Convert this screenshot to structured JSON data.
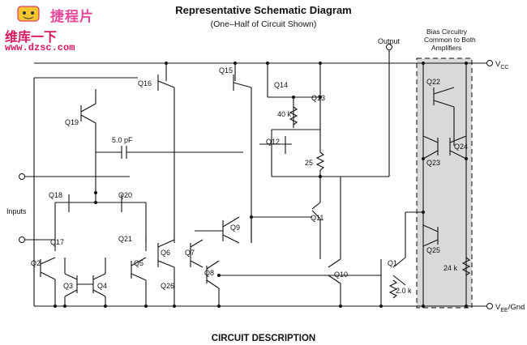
{
  "title": "Representative Schematic Diagram",
  "subtitle": "(One–Half of Circuit Shown)",
  "footer": "CIRCUIT DESCRIPTION",
  "watermark": {
    "logo": "捷程片",
    "site_cn": "维库一下",
    "url": "www.dzsc.com",
    "accent_color": "#d8185c",
    "mascot_icon": "chip-mascot-icon"
  },
  "labels": {
    "output": "Output",
    "inputs": "Inputs",
    "bias_line1": "Bias Circuitry",
    "bias_line2": "Common to Both",
    "bias_line3": "Amplifiers",
    "vcc": "V",
    "vcc_sub": "CC",
    "vee": "V",
    "vee_sub": "EE",
    "vee_suffix": "/Gnd",
    "cap": "5.0 pF",
    "r40k": "40 k",
    "r25": "25",
    "r2k": "2.0 k",
    "r24k": "24 k"
  },
  "transistors": {
    "q1": "Q1",
    "q2": "Q2",
    "q3": "Q3",
    "q4": "Q4",
    "q5": "Q5",
    "q6": "Q6",
    "q7": "Q7",
    "q8": "Q8",
    "q9": "Q9",
    "q10": "Q10",
    "q11": "Q11",
    "q12": "Q12",
    "q13": "Q13",
    "q14": "Q14",
    "q15": "Q15",
    "q16": "Q16",
    "q17": "Q17",
    "q18": "Q18",
    "q19": "Q19",
    "q20": "Q20",
    "q21": "Q21",
    "q22": "Q22",
    "q23": "Q23",
    "q24": "Q24",
    "q25": "Q25",
    "q26": "Q26"
  },
  "colors": {
    "bias_box": "#d9d9d9",
    "wire": "#111111"
  }
}
